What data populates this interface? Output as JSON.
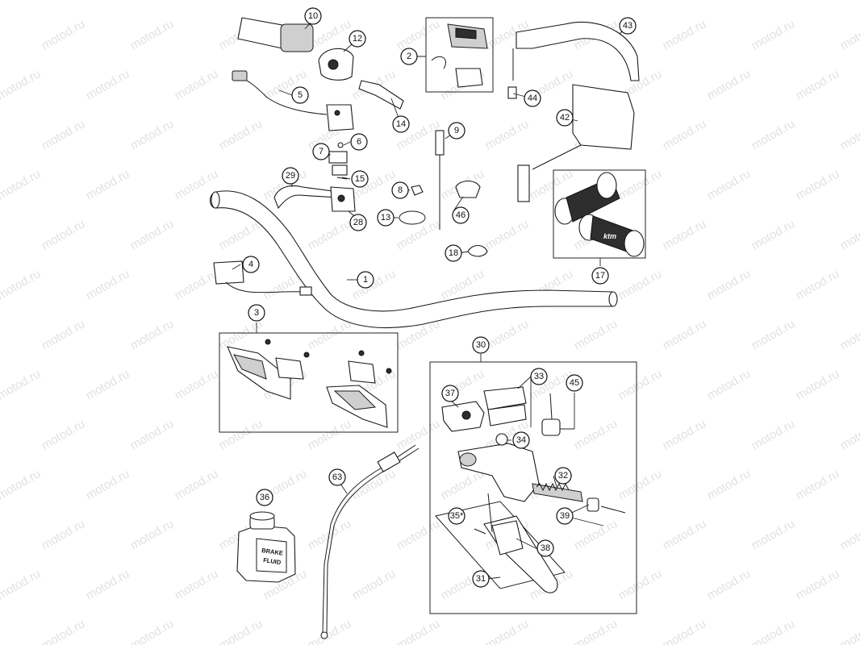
{
  "watermark": "motod.ru",
  "bottle_label": [
    "BRAKE",
    "FLUID"
  ],
  "grip_logo": "ktm",
  "callouts": [
    {
      "id": "c1",
      "label": "1"
    },
    {
      "id": "c2",
      "label": "2"
    },
    {
      "id": "c3",
      "label": "3"
    },
    {
      "id": "c4",
      "label": "4"
    },
    {
      "id": "c5",
      "label": "5"
    },
    {
      "id": "c6",
      "label": "6"
    },
    {
      "id": "c7",
      "label": "7"
    },
    {
      "id": "c8",
      "label": "8"
    },
    {
      "id": "c9",
      "label": "9"
    },
    {
      "id": "c10",
      "label": "10"
    },
    {
      "id": "c12",
      "label": "12"
    },
    {
      "id": "c13",
      "label": "13"
    },
    {
      "id": "c14",
      "label": "14"
    },
    {
      "id": "c15",
      "label": "15"
    },
    {
      "id": "c17",
      "label": "17"
    },
    {
      "id": "c18",
      "label": "18"
    },
    {
      "id": "c28",
      "label": "28"
    },
    {
      "id": "c29",
      "label": "29"
    },
    {
      "id": "c30",
      "label": "30"
    },
    {
      "id": "c31",
      "label": "31"
    },
    {
      "id": "c32",
      "label": "32"
    },
    {
      "id": "c33",
      "label": "33"
    },
    {
      "id": "c34",
      "label": "34"
    },
    {
      "id": "c35",
      "label": "35*"
    },
    {
      "id": "c36",
      "label": "36"
    },
    {
      "id": "c37",
      "label": "37"
    },
    {
      "id": "c38",
      "label": "38"
    },
    {
      "id": "c39",
      "label": "39"
    },
    {
      "id": "c42",
      "label": "42"
    },
    {
      "id": "c43",
      "label": "43"
    },
    {
      "id": "c44",
      "label": "44"
    },
    {
      "id": "c45",
      "label": "45"
    },
    {
      "id": "c46",
      "label": "46"
    },
    {
      "id": "c63",
      "label": "63"
    }
  ]
}
